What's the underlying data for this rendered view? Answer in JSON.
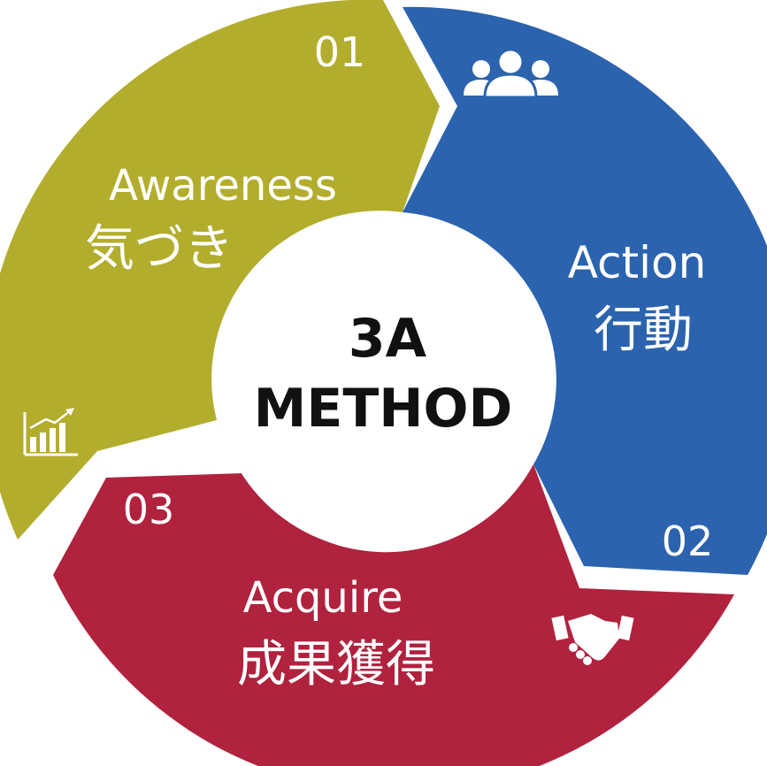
{
  "center": {
    "line1": "3A",
    "line2": "METHOD"
  },
  "segments": [
    {
      "number": "01",
      "title_en": "Awareness",
      "title_ja": "気づき",
      "color": "#b3ad2d",
      "icon": "bar-chart-icon"
    },
    {
      "number": "02",
      "title_en": "Action",
      "title_ja": "行動",
      "color": "#2b63ae",
      "icon": "people-group-icon"
    },
    {
      "number": "03",
      "title_en": "Acquire",
      "title_ja": "成果獲得",
      "color": "#b0223e",
      "icon": "handshake-icon"
    }
  ]
}
